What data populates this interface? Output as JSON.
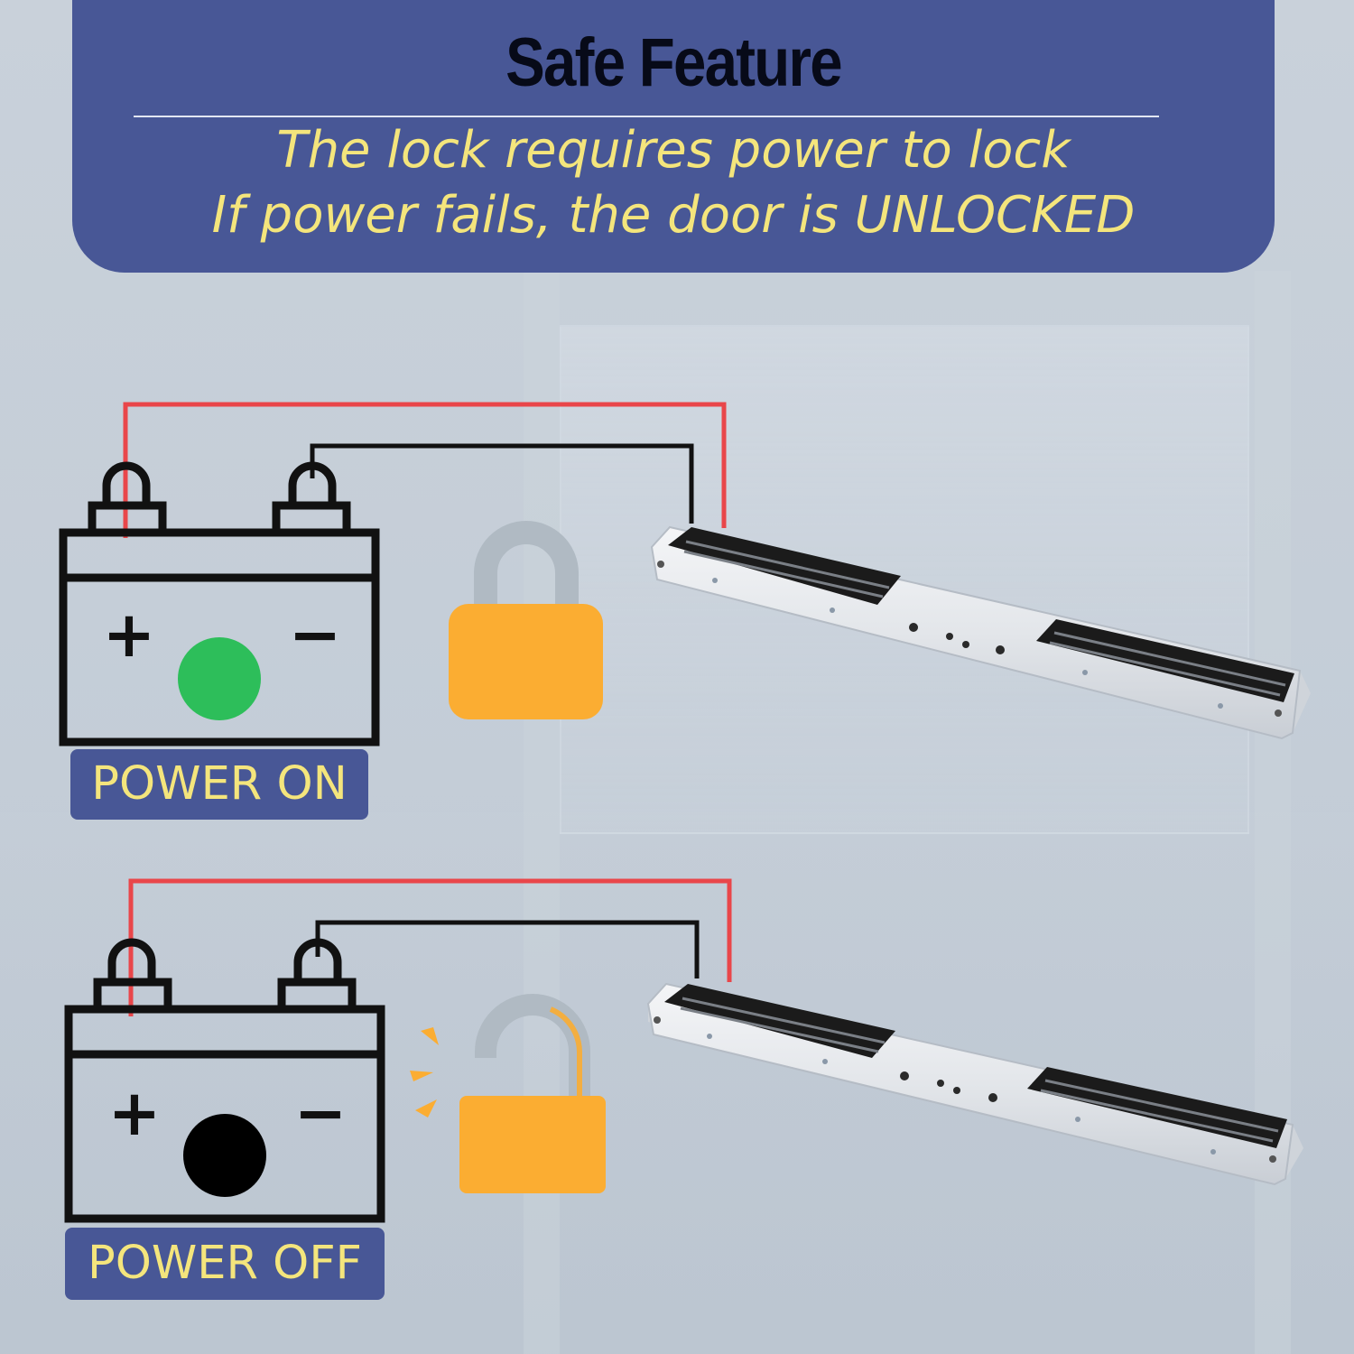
{
  "banner": {
    "title": "Safe Feature",
    "line_1": "The lock requires power to lock",
    "line_2": "If power fails, the door is UNLOCKED"
  },
  "panels": [
    {
      "state_label": "POWER ON",
      "indicator_color": "#2dbe5a",
      "lock_state": "locked",
      "positive_symbol": "+",
      "negative_symbol": "−"
    },
    {
      "state_label": "POWER OFF",
      "indicator_color": "#000000",
      "lock_state": "unlocked",
      "positive_symbol": "+",
      "negative_symbol": "−"
    }
  ],
  "colors": {
    "banner": "#485796",
    "banner_text": "#f4e57c",
    "wire_positive": "#e9464a",
    "wire_negative": "#111111",
    "lock_body": "#fbad32",
    "shackle": "#b0bac3",
    "maglock": "#e7e9ec"
  }
}
